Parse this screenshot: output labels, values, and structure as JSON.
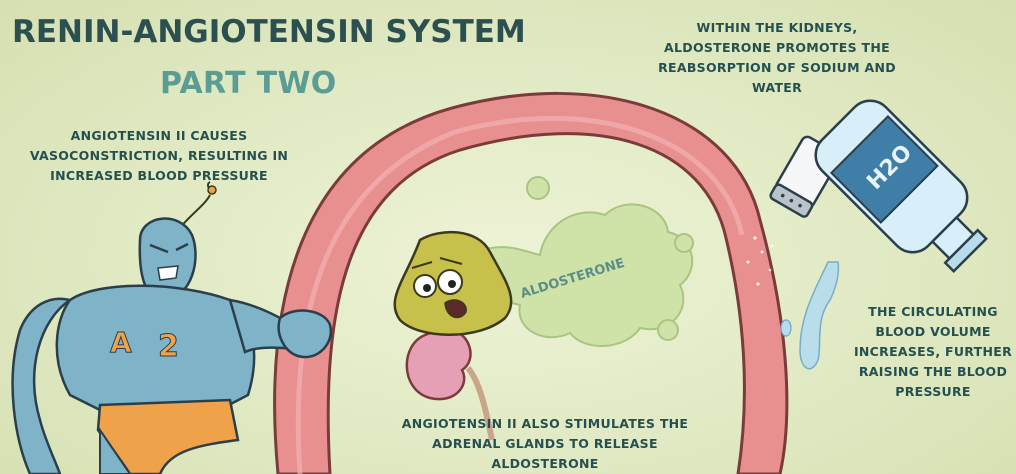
{
  "title": "RENIN-ANGIOTENSIN SYSTEM",
  "subtitle": "PART TWO",
  "notes": {
    "vasoconstriction": "ANGIOTENSIN II CAUSES VASOCONSTRICTION, RESULTING IN INCREASED BLOOD PRESSURE",
    "kidneys": "WITHIN THE KIDNEYS, ALDOSTERONE PROMOTES THE REABSORPTION OF SODIUM AND WATER",
    "volume": "THE CIRCULATING BLOOD VOLUME INCREASES, FURTHER RAISING THE BLOOD PRESSURE",
    "adrenal": "ANGIOTENSIN II ALSO STIMULATES THE ADRENAL GLANDS TO RELEASE ALDOSTERONE"
  },
  "labels": {
    "aldosterone": "ALDOSTERONE",
    "chest_a": "A",
    "chest_2": "2",
    "bottle": "H2O"
  },
  "colors": {
    "vessel": "#e88f8f",
    "vessel_outline": "#7a3b3b",
    "hero": "#7fb3c7",
    "trunks": "#f0a24a",
    "adrenal": "#c7c04a",
    "kidney": "#e6a0b5",
    "cloud": "#cfe3a9",
    "bottle": "#3f7fa7"
  }
}
